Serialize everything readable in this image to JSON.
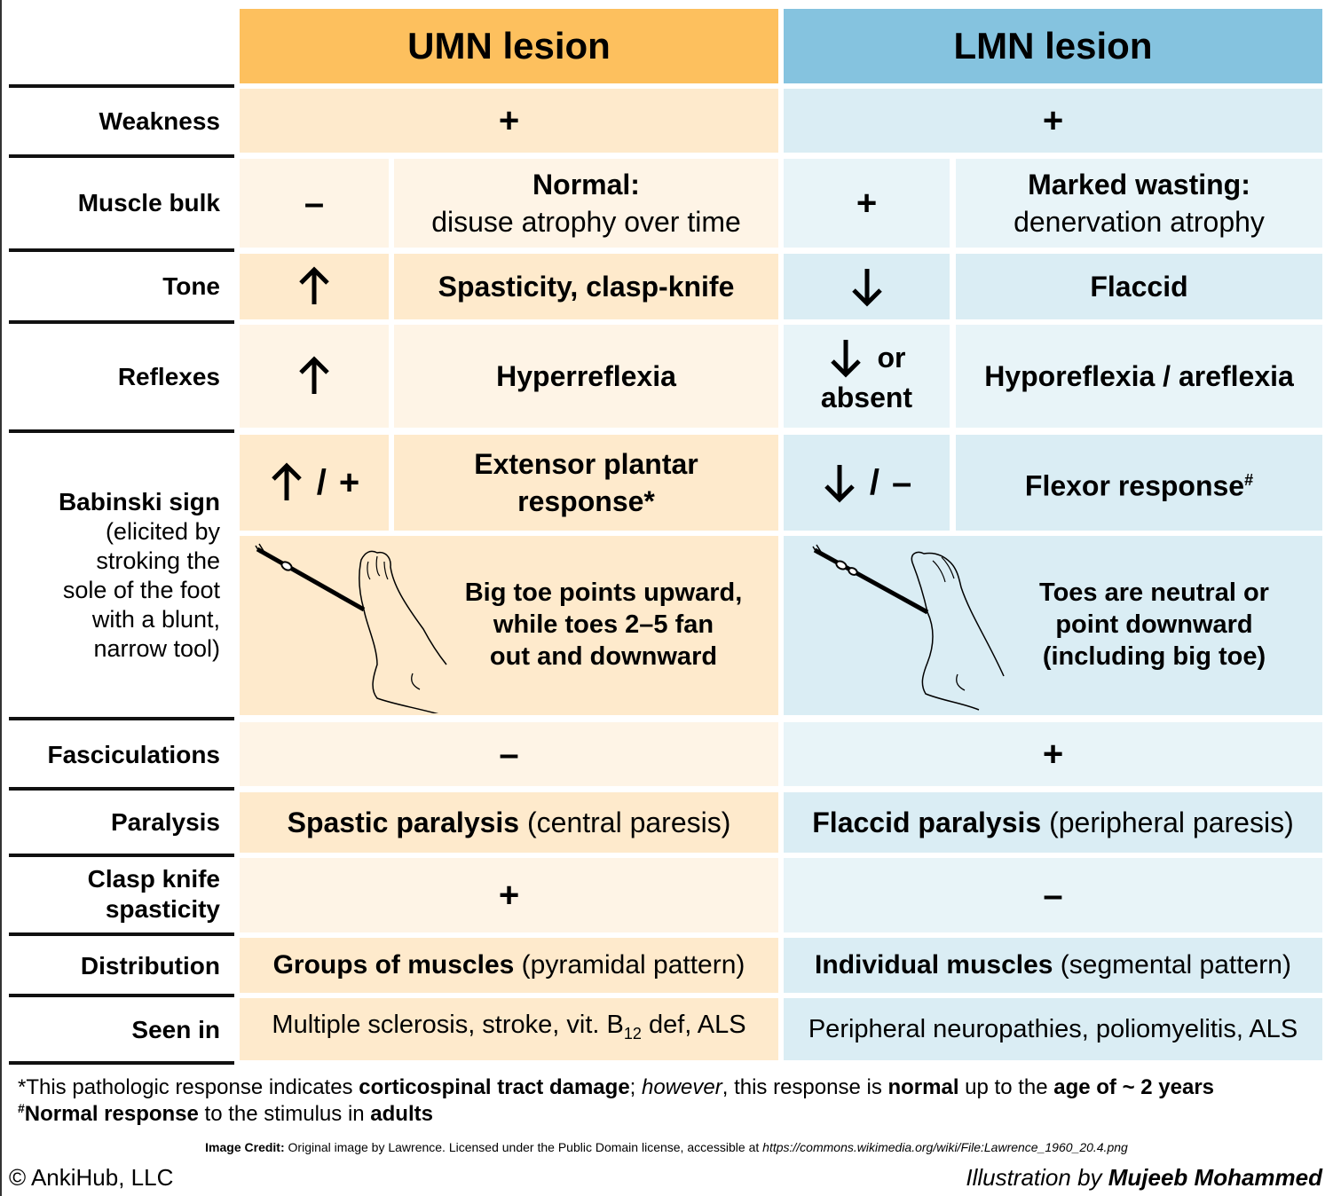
{
  "headers": {
    "umn": "UMN lesion",
    "lmn": "LMN lesion"
  },
  "colors": {
    "umn_header": "#FDC05E",
    "umn_cell": "#FEEACC",
    "umn_cell_light": "#FEF4E6",
    "lmn_header": "#85C3DF",
    "lmn_cell": "#DAEDF4",
    "lmn_cell_light": "#E8F4F8"
  },
  "rows": {
    "weakness": {
      "label": "Weakness",
      "umn": "+",
      "lmn": "+"
    },
    "muscle_bulk": {
      "label": "Muscle bulk",
      "umn_symbol": "–",
      "umn_title": "Normal:",
      "umn_detail": "disuse atrophy over time",
      "lmn_symbol": "+",
      "lmn_title": "Marked wasting:",
      "lmn_detail": "denervation atrophy"
    },
    "tone": {
      "label": "Tone",
      "umn_arrow": "up-arrow-icon",
      "umn_text": "Spasticity, clasp-knife",
      "lmn_arrow": "down-arrow-icon",
      "lmn_text": "Flaccid"
    },
    "reflexes": {
      "label": "Reflexes",
      "umn_arrow": "up-arrow-icon",
      "umn_text": "Hyperreflexia",
      "lmn_arrow": "down-arrow-icon",
      "lmn_or": "or",
      "lmn_absent": "absent",
      "lmn_text": "Hyporeflexia / areflexia"
    },
    "babinski": {
      "label": "Babinski sign",
      "label_note": [
        "(elicited by",
        "stroking the",
        "sole of the foot",
        "with a blunt,",
        "narrow tool)"
      ],
      "umn_symbol_sep": "/",
      "umn_symbol_sign": "+",
      "umn_text_1": "Extensor plantar",
      "umn_text_2": "response*",
      "lmn_symbol_sep": "/",
      "lmn_symbol_sign": "–",
      "lmn_text": "Flexor response",
      "lmn_mark": "#",
      "umn_desc": [
        "Big toe points upward,",
        "while toes 2–5 fan",
        "out and downward"
      ],
      "lmn_desc": [
        "Toes are neutral or",
        "point downward",
        "(including big toe)"
      ]
    },
    "fasciculations": {
      "label": "Fasciculations",
      "umn": "–",
      "lmn": "+"
    },
    "paralysis": {
      "label": "Paralysis",
      "umn_bold": "Spastic paralysis",
      "umn_rest": " (central paresis)",
      "lmn_bold": "Flaccid paralysis",
      "lmn_rest": " (peripheral paresis)"
    },
    "clasp_knife": {
      "label_1": "Clasp knife",
      "label_2": "spasticity",
      "umn": "+",
      "lmn": "–"
    },
    "distribution": {
      "label": "Distribution",
      "umn_bold": "Groups of muscles",
      "umn_rest": " (pyramidal pattern)",
      "lmn_bold": "Individual muscles",
      "lmn_rest": " (segmental pattern)"
    },
    "seen_in": {
      "label": "Seen in",
      "umn_pre": "Multiple sclerosis, stroke, vit. B",
      "umn_sub": "12",
      "umn_post": " def, ALS",
      "lmn": "Peripheral neuropathies, poliomyelitis, ALS"
    }
  },
  "footnotes": {
    "star": {
      "mark": "*",
      "t1": "This pathologic response indicates ",
      "b1": "corticospinal tract damage",
      "t2": "; ",
      "i1": "however",
      "t3": ", this response is ",
      "b2": "normal",
      "t4": " up to the ",
      "b3": "age of ~ 2 years"
    },
    "hash": {
      "mark": "#",
      "b1": "Normal response",
      "t1": " to the stimulus in ",
      "b2": "adults"
    }
  },
  "credit": {
    "label": "Image Credit:",
    "text": " Original image by Lawrence. Licensed under the Public Domain license, accessible at ",
    "url": "https://commons.wikimedia.org/wiki/File:Lawrence_1960_20.4.png"
  },
  "copyright": "© AnkiHub, LLC",
  "illustration": {
    "prefix": "Illustration by ",
    "author": "Mujeeb Mohammed"
  }
}
